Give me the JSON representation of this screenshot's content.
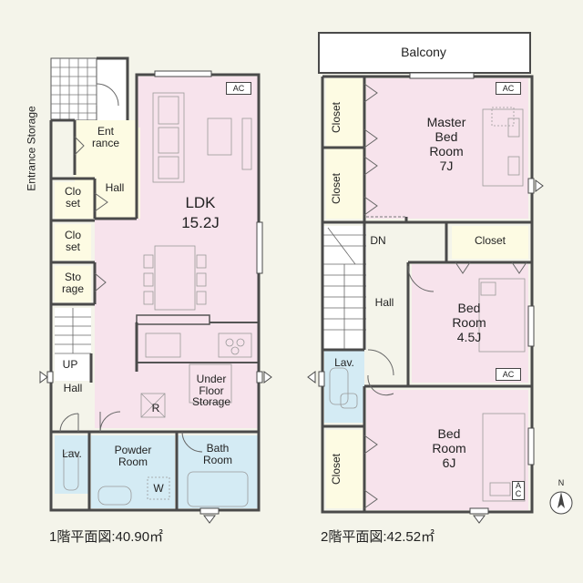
{
  "floor1": {
    "ldk_name": "LDK",
    "ldk_size": "15.2J",
    "entrance_storage": "Entrance Storage",
    "entrance": "Ent\nrance",
    "hall_upper": "Hall",
    "closet_a": "Clo\nset",
    "closet_b": "Clo\nset",
    "storage": "Sto\nrage",
    "up": "UP",
    "hall_lower": "Hall",
    "under_floor": "Under\nFloor\nStorage",
    "r_mark": "R",
    "lav": "Lav.",
    "powder": "Powder\nRoom",
    "w_mark": "W",
    "bath": "Bath\nRoom",
    "ac": "AC",
    "caption": "1階平面図:40.90㎡"
  },
  "floor2": {
    "balcony": "Balcony",
    "closet_1": "Closet",
    "closet_2": "Closet",
    "master": "Master\nBed\nRoom\n7J",
    "ac_master": "AC",
    "dn": "DN",
    "closet_3": "Closet",
    "hall": "Hall",
    "bed2": "Bed\nRoom\n4.5J",
    "ac_bed2": "AC",
    "lav": "Lav.",
    "closet_4": "Closet",
    "bed3": "Bed\nRoom\n6J",
    "ac_bed3": "A\nC",
    "caption": "2階平面図:42.52㎡"
  },
  "compass": "N",
  "colors": {
    "pink": "#f7e3ec",
    "blue": "#d4ebf4",
    "cream": "#fdfbe3",
    "white": "#ffffff",
    "wall": "#4a4a4a"
  }
}
